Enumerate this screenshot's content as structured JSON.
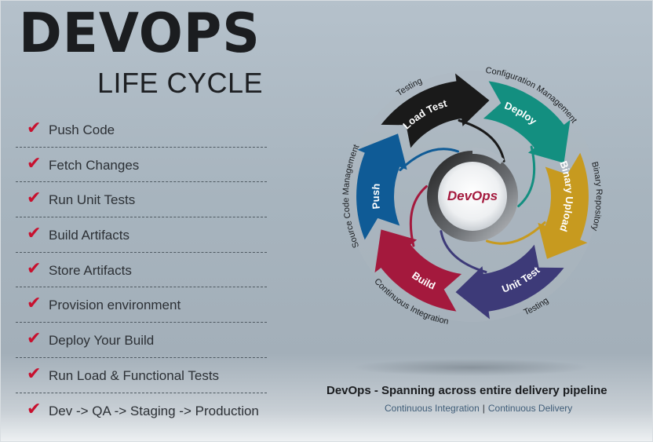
{
  "title": "DEVOPS",
  "subtitle": "LIFE CYCLE",
  "steps": [
    {
      "label": "Push Code"
    },
    {
      "label": "Fetch Changes"
    },
    {
      "label": "Run Unit Tests"
    },
    {
      "label": "Build Artifacts"
    },
    {
      "label": "Store Artifacts"
    },
    {
      "label": "Provision environment"
    },
    {
      "label": "Deploy Your Build"
    },
    {
      "label": "Run Load & Functional Tests"
    },
    {
      "label": "Dev -> QA -> Staging -> Production"
    }
  ],
  "check_glyph": "✔",
  "diagram": {
    "center_label": "DevOps",
    "segments": [
      {
        "label": "Load Test",
        "category": "Testing",
        "color": "#1a1a1a"
      },
      {
        "label": "Deploy",
        "category": "Configuration Management",
        "color": "#138f80"
      },
      {
        "label": "Binary Upload",
        "category": "Binary Repository",
        "color": "#c79a1f"
      },
      {
        "label": "Unit Test",
        "category": "Testing",
        "color": "#3d3a78"
      },
      {
        "label": "Build",
        "category": "Continuous Integration",
        "color": "#a4193d"
      },
      {
        "label": "Push",
        "category": "Source Code Management",
        "color": "#0f5b96"
      }
    ]
  },
  "footer": {
    "title": "DevOps - Spanning across entire delivery pipeline",
    "ci": "Continuous Integration",
    "separator": "|",
    "cd": "Continuous Delivery"
  },
  "colors": {
    "check": "#c8102e",
    "center_text": "#a4193d"
  }
}
